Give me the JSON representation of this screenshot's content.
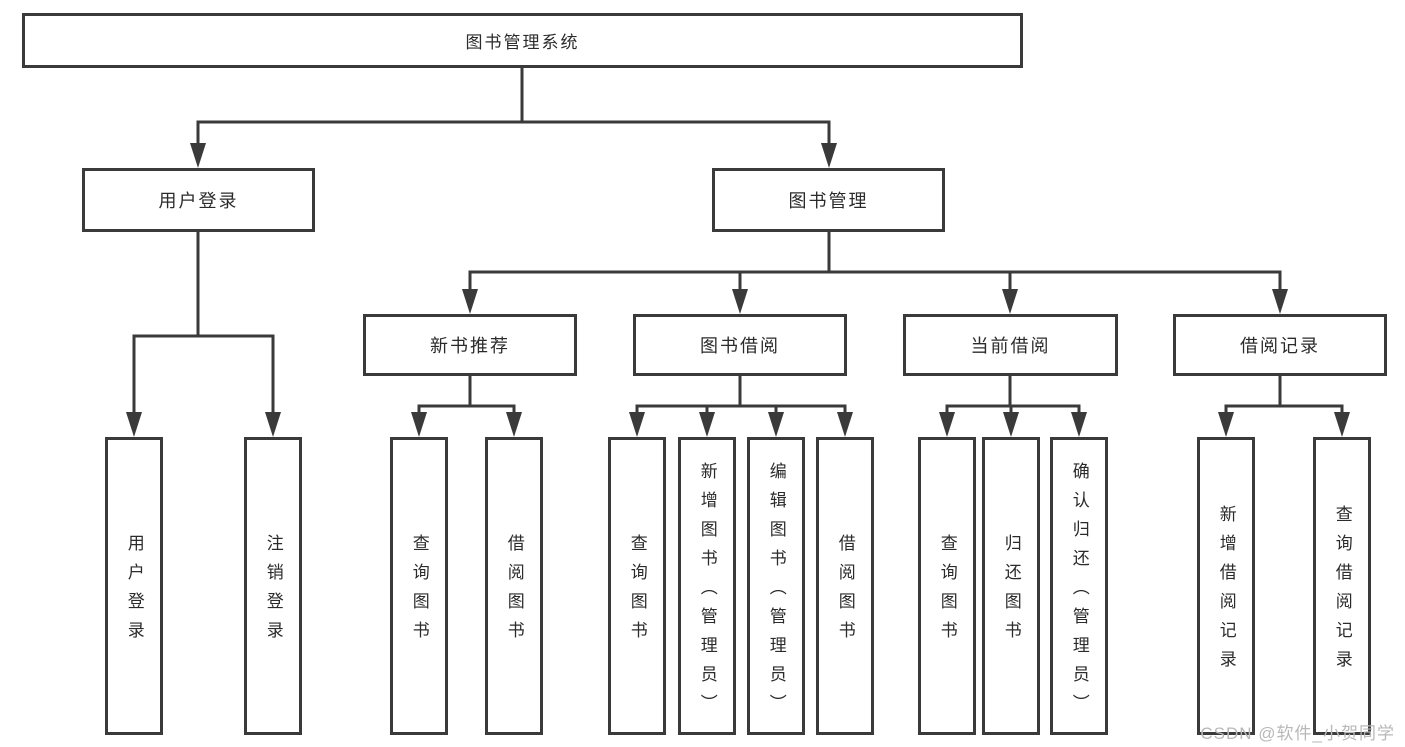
{
  "diagram": {
    "root": {
      "label": "图书管理系统"
    },
    "level2": [
      {
        "label": "用户登录"
      },
      {
        "label": "图书管理"
      }
    ],
    "level3": [
      {
        "label": "新书推荐",
        "parent": "图书管理"
      },
      {
        "label": "图书借阅",
        "parent": "图书管理"
      },
      {
        "label": "当前借阅",
        "parent": "图书管理"
      },
      {
        "label": "借阅记录",
        "parent": "图书管理"
      }
    ],
    "leaves": [
      {
        "label": "用户登录",
        "parent": "用户登录"
      },
      {
        "label": "注销登录",
        "parent": "用户登录"
      },
      {
        "label": "查询图书",
        "parent": "新书推荐"
      },
      {
        "label": "借阅图书",
        "parent": "新书推荐"
      },
      {
        "label": "查询图书",
        "parent": "图书借阅"
      },
      {
        "label": "新增图书（管理员）",
        "parent": "图书借阅"
      },
      {
        "label": "编辑图书（管理员）",
        "parent": "图书借阅"
      },
      {
        "label": "借阅图书",
        "parent": "图书借阅"
      },
      {
        "label": "查询图书",
        "parent": "当前借阅"
      },
      {
        "label": "归还图书",
        "parent": "当前借阅"
      },
      {
        "label": "确认归还（管理员）",
        "parent": "当前借阅"
      },
      {
        "label": "新增借阅记录",
        "parent": "借阅记录"
      },
      {
        "label": "查询借阅记录",
        "parent": "借阅记录"
      }
    ],
    "line_color": "#3a3a3a",
    "text_color": "#2b2b2b",
    "background_color": "#ffffff"
  },
  "watermark": {
    "text": "CSDN @软件_小贺同学",
    "color": "#b8b8b8"
  }
}
